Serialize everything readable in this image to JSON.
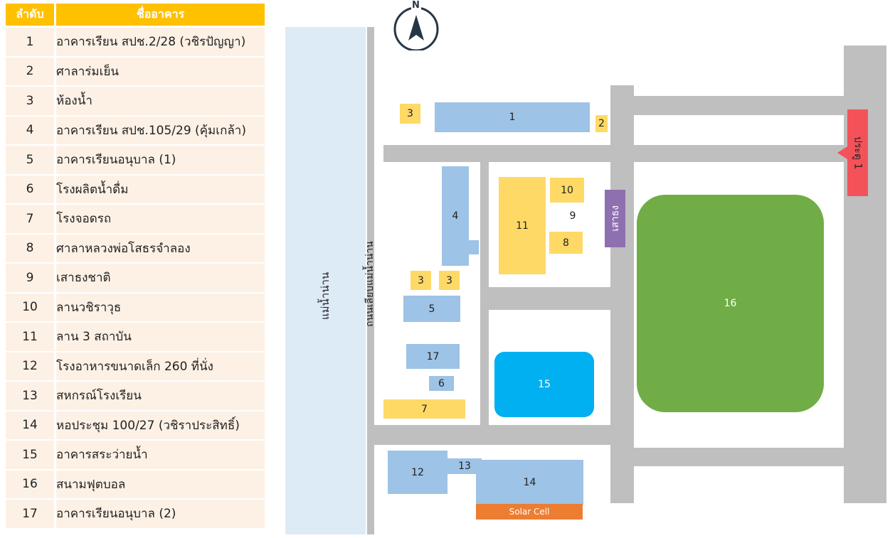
{
  "legend": {
    "header_no": "ลำดับ",
    "header_name": "ชื่ออาคาร",
    "rows": [
      {
        "no": "1",
        "name": "อาคารเรียน สปช.2/28 (วชิรปัญญา)"
      },
      {
        "no": "2",
        "name": "ศาลาร่มเย็น"
      },
      {
        "no": "3",
        "name": "ห้องน้ำ"
      },
      {
        "no": "4",
        "name": "อาคารเรียน สปช.105/29 (คุ้มเกล้า)"
      },
      {
        "no": "5",
        "name": "อาคารเรียนอนุบาล (1)"
      },
      {
        "no": "6",
        "name": "โรงผลิตน้ำดื่ม"
      },
      {
        "no": "7",
        "name": "โรงจอดรถ"
      },
      {
        "no": "8",
        "name": "ศาลาหลวงพ่อโสธรจำลอง"
      },
      {
        "no": "9",
        "name": "เสาธงชาติ"
      },
      {
        "no": "10",
        "name": "ลานวชิราวุธ"
      },
      {
        "no": "11",
        "name": "ลาน 3 สถาบัน"
      },
      {
        "no": "12",
        "name": "โรงอาหารขนาดเล็ก 260 ที่นั่ง"
      },
      {
        "no": "13",
        "name": "สหกรณ์โรงเรียน"
      },
      {
        "no": "14",
        "name": "หอประชุม 100/27 (วชิราประสิทธิ์)"
      },
      {
        "no": "15",
        "name": "อาคารสระว่ายน้ำ"
      },
      {
        "no": "16",
        "name": "สนามฟุตบอล"
      },
      {
        "no": "17",
        "name": "อาคารเรียนอนุบาล (2)"
      }
    ]
  },
  "map": {
    "north_label": "N",
    "river_label": "แม่น้ำน่าน",
    "riverside_road_label": "ถนนเลียบแม่น้ำน่าน",
    "gate_label": "ประตู 1",
    "flagpole_label": "เสาธง",
    "solar_label": "Solar Cell",
    "labels": {
      "b1": "1",
      "b2": "2",
      "b3a": "3",
      "b3b": "3",
      "b3c": "3",
      "b4": "4",
      "b5": "5",
      "b6": "6",
      "b7": "7",
      "b8": "8",
      "b9": "9",
      "b10": "10",
      "b11": "11",
      "b12": "12",
      "b13": "13",
      "b14": "14",
      "b15": "15",
      "b16": "16",
      "b17": "17"
    },
    "colors": {
      "building": "#9dc3e6",
      "facility": "#ffd966",
      "road": "#bfbfbf",
      "river": "#ddebf7",
      "field": "#70ad47",
      "pool": "#00b0f0",
      "gate": "#f4525a",
      "flagpole": "#8e6fb0",
      "solar": "#ed7d31",
      "header": "#ffc000",
      "row": "#fdf1e6"
    }
  }
}
